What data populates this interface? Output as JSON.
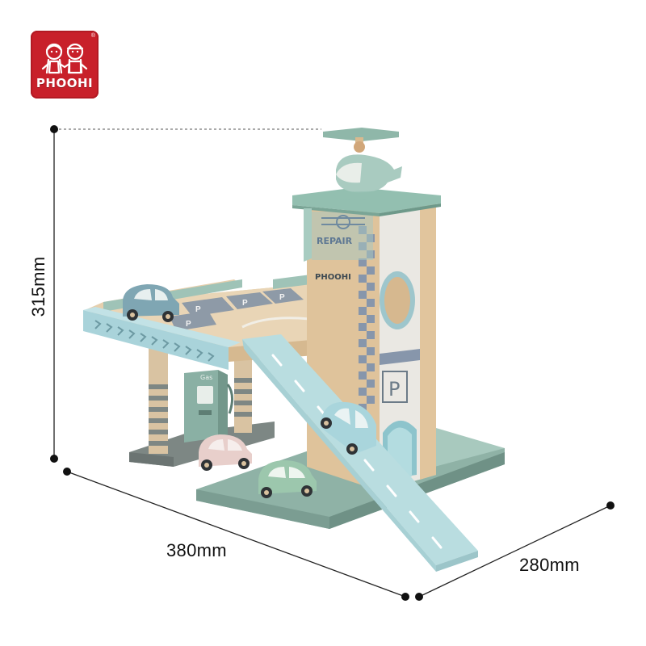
{
  "brand": {
    "logo_text": "PHOOHI",
    "registered_mark": "®",
    "color": "#c8202a"
  },
  "dimensions": {
    "height_label": "315mm",
    "width_label": "380mm",
    "depth_label": "280mm"
  },
  "product": {
    "tower_brand_text": "PHOOHI",
    "tower_sign_text": "REPAIR",
    "parking_symbol": "P",
    "pump_label": "Gas",
    "colors": {
      "wood": "#e3c9a3",
      "mint": "#9fc3b7",
      "sky_blue": "#a9d3da",
      "ramp": "#b9dde0",
      "sage": "#8fb2a6",
      "base_grey": "#8f9d99",
      "pink": "#e8cfcb"
    }
  }
}
